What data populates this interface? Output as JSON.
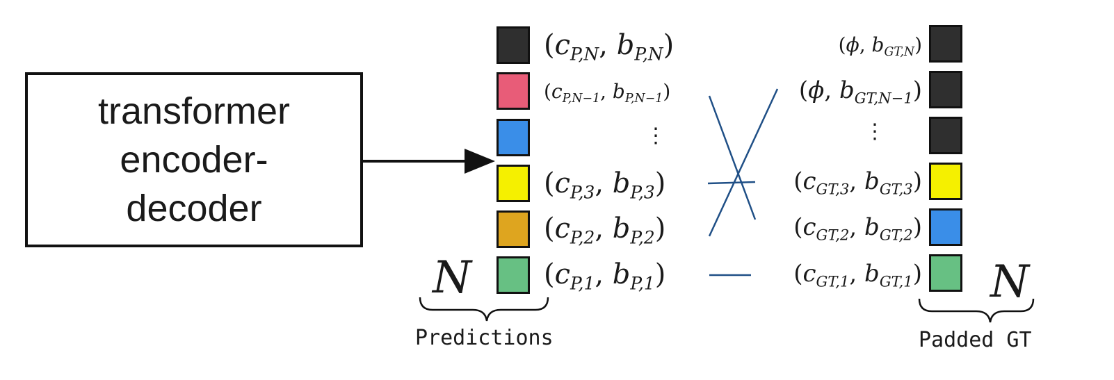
{
  "encoder": {
    "lines": [
      "transformer",
      "encoder-",
      "decoder"
    ]
  },
  "predictions": {
    "caption": "Predictions",
    "n_label": "N",
    "cells": [
      {
        "color": "#2f2f2f"
      },
      {
        "color": "#e85c78"
      },
      {
        "color": "#3a8ee8"
      },
      {
        "color": "#f5f000"
      },
      {
        "color": "#dea51f"
      },
      {
        "color": "#67c083"
      }
    ],
    "labels": [
      {
        "c": "c",
        "c_sub": "P,N",
        "b": "b",
        "b_sub": "P,N"
      },
      {
        "c": "c",
        "c_sub": "P,N−1",
        "b": "b",
        "b_sub": "P,N−1"
      },
      {
        "c": "c",
        "c_sub": "P,3",
        "b": "b",
        "b_sub": "P,3"
      },
      {
        "c": "c",
        "c_sub": "P,2",
        "b": "b",
        "b_sub": "P,2"
      },
      {
        "c": "c",
        "c_sub": "P,1",
        "b": "b",
        "b_sub": "P,1"
      }
    ],
    "ellipsis": "⋮"
  },
  "ground_truth": {
    "caption": "Padded GT",
    "n_label": "N",
    "cells": [
      {
        "color": "#2f2f2f"
      },
      {
        "color": "#2f2f2f"
      },
      {
        "color": "#2f2f2f"
      },
      {
        "color": "#f5f000"
      },
      {
        "color": "#3a8ee8"
      },
      {
        "color": "#67c083"
      }
    ],
    "labels": [
      {
        "c": "ϕ",
        "b": "b",
        "b_sub": "GT,N"
      },
      {
        "c": "ϕ",
        "b": "b",
        "b_sub": "GT,N−1"
      },
      {
        "c": "c",
        "c_sub": "GT,3",
        "b": "b",
        "b_sub": "GT,3"
      },
      {
        "c": "c",
        "c_sub": "GT,2",
        "b": "b",
        "b_sub": "GT,2"
      },
      {
        "c": "c",
        "c_sub": "GT,1",
        "b": "b",
        "b_sub": "GT,1"
      }
    ],
    "ellipsis": "⋮"
  },
  "colors": {
    "matching_line": "#1f4f86",
    "arrow": "#111111"
  }
}
